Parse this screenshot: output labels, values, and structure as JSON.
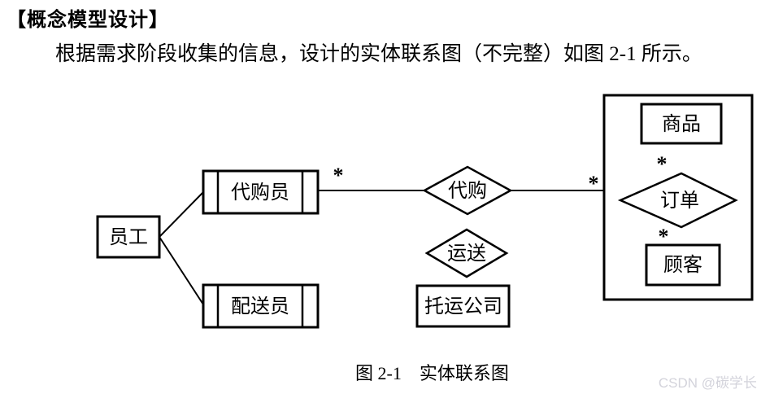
{
  "page": {
    "title": "【概念模型设计】",
    "paragraph": "根据需求阶段收集的信息，设计的实体联系图（不完整）如图 2-1 所示。",
    "caption": "图 2-1　实体联系图",
    "watermark": "CSDN @碳学长"
  },
  "diagram": {
    "entities": {
      "employee": "员工",
      "purchasing_agent": "代购员",
      "delivery_person": "配送员",
      "shipping_company": "托运公司",
      "goods": "商品",
      "customer": "顾客"
    },
    "relationships": {
      "purchase": "代购",
      "transport": "运送",
      "order": "订单"
    },
    "cardinality": {
      "star": "*"
    },
    "colors": {
      "line": "#000000",
      "watermark": "#d3d3db"
    }
  }
}
